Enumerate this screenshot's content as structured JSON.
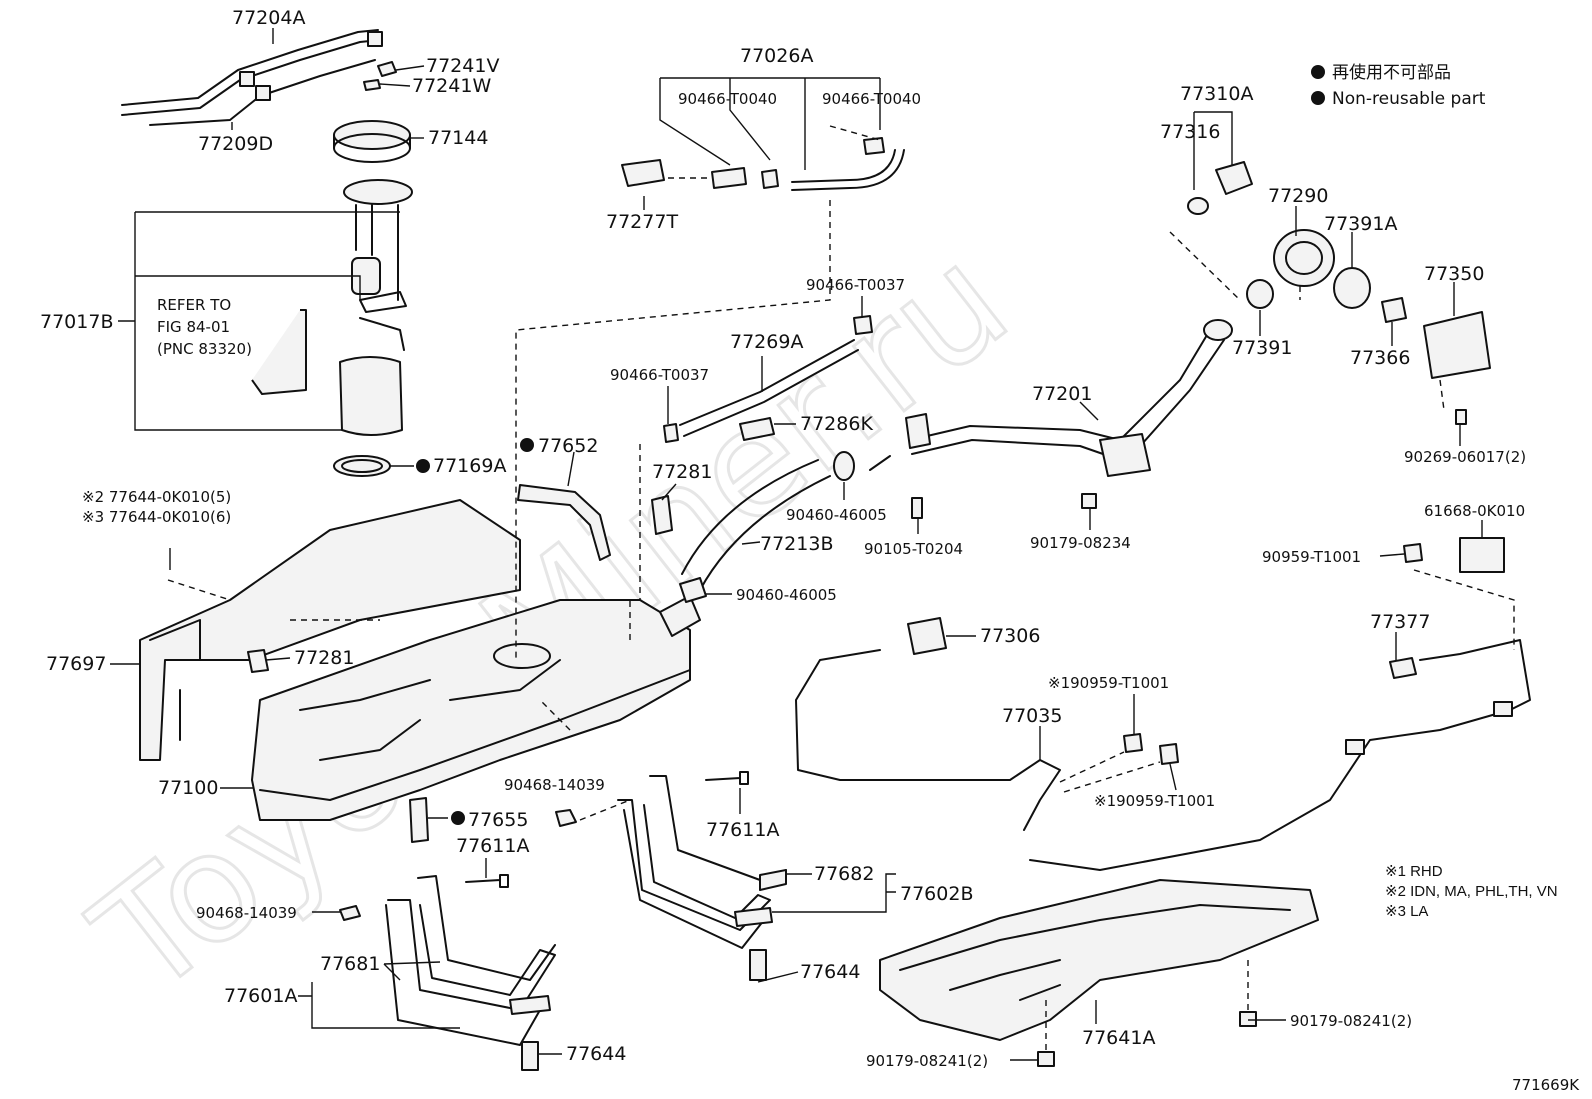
{
  "legend": {
    "jp_label": "再使用不可部品",
    "en_label": "Non-reusable part"
  },
  "notes": [
    "※1 RHD",
    "※2 IDN, MA, PHL,TH, VN",
    "※3 LA"
  ],
  "watermark": "ToyotaMiner.ru",
  "diagram_code": "771669K",
  "labels": {
    "p77204A": "77204A",
    "p77241V": "77241V",
    "p77241W": "77241W",
    "p77209D": "77209D",
    "p77144": "77144",
    "p77017B": "77017B",
    "refer1": "REFER TO",
    "refer2": "FIG 84-01",
    "refer3": "(PNC 83320)",
    "p77169A": "77169A",
    "p77644a": "※2 77644-0K010(5)",
    "p77644b": "※3 77644-0K010(6)",
    "p77697": "77697",
    "p77281a": "77281",
    "p77100": "77100",
    "p77655": "77655",
    "p77611A_a": "77611A",
    "p90468a": "90468-14039",
    "p77681": "77681",
    "p77601A": "77601A",
    "p77644c": "77644",
    "p77652": "77652",
    "p77026A": "77026A",
    "p90466_T0040a": "90466-T0040",
    "p90466_T0040b": "90466-T0040",
    "p77277T": "77277T",
    "p90466_T0037a": "90466-T0037",
    "p77269A": "77269A",
    "p90466_T0037b": "90466-T0037",
    "p77286K": "77286K",
    "p77281b": "77281",
    "p77213B": "77213B",
    "p90460_46005a": "90460-46005",
    "p90460_46005b": "90460-46005",
    "p90105": "90105-T0204",
    "p90468b": "90468-14039",
    "p77611A_b": "77611A",
    "p77682": "77682",
    "p77602B": "77602B",
    "p77644d": "77644",
    "p77306": "77306",
    "p77035": "77035",
    "p190959a": "※190959-T1001",
    "p190959b": "※190959-T1001",
    "p90179_08241a": "90179-08241(2)",
    "p77641A": "77641A",
    "p90179_08241b": "90179-08241(2)",
    "p77310A": "77310A",
    "p77316": "77316",
    "p77290": "77290",
    "p77391A": "77391A",
    "p77391": "77391",
    "p77201": "77201",
    "p90179_08234": "90179-08234",
    "p77350": "77350",
    "p77366": "77366",
    "p90269": "90269-06017(2)",
    "p61668": "61668-0K010",
    "p90959": "90959-T1001",
    "p77377": "77377"
  }
}
